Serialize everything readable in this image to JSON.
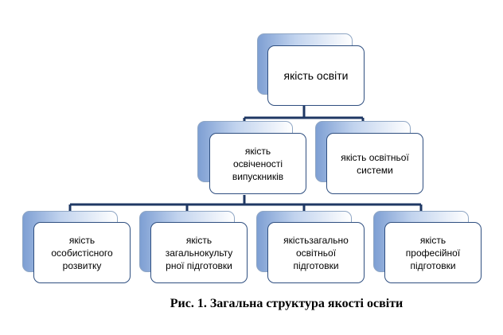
{
  "diagram": {
    "nodes": {
      "root": {
        "label": "якість освіти"
      },
      "graduates": {
        "label": "якість\nосвіченості\nвипускників"
      },
      "system": {
        "label": "якість освітньої\nсистеми"
      },
      "personal": {
        "label": "якість\nособистісного\nрозвитку"
      },
      "cultural": {
        "label": "якість\nзагальнокульту\nрної підготовки"
      },
      "general_ed": {
        "label": "якістьзагально\nосвітньої\nпідготовки"
      },
      "professional": {
        "label": "якість\nпрофесійної\nпідготовки"
      }
    },
    "edges": [
      [
        "root",
        "graduates"
      ],
      [
        "root",
        "system"
      ],
      [
        "graduates",
        "personal"
      ],
      [
        "graduates",
        "cultural"
      ],
      [
        "graduates",
        "general_ed"
      ],
      [
        "graduates",
        "professional"
      ]
    ],
    "colors": {
      "connector": "#1f3864",
      "front_border": "#2f4f80",
      "back_gradient_start": "#7e9fd3"
    }
  },
  "caption": "Рис. 1. Загальна структура якості освіти"
}
